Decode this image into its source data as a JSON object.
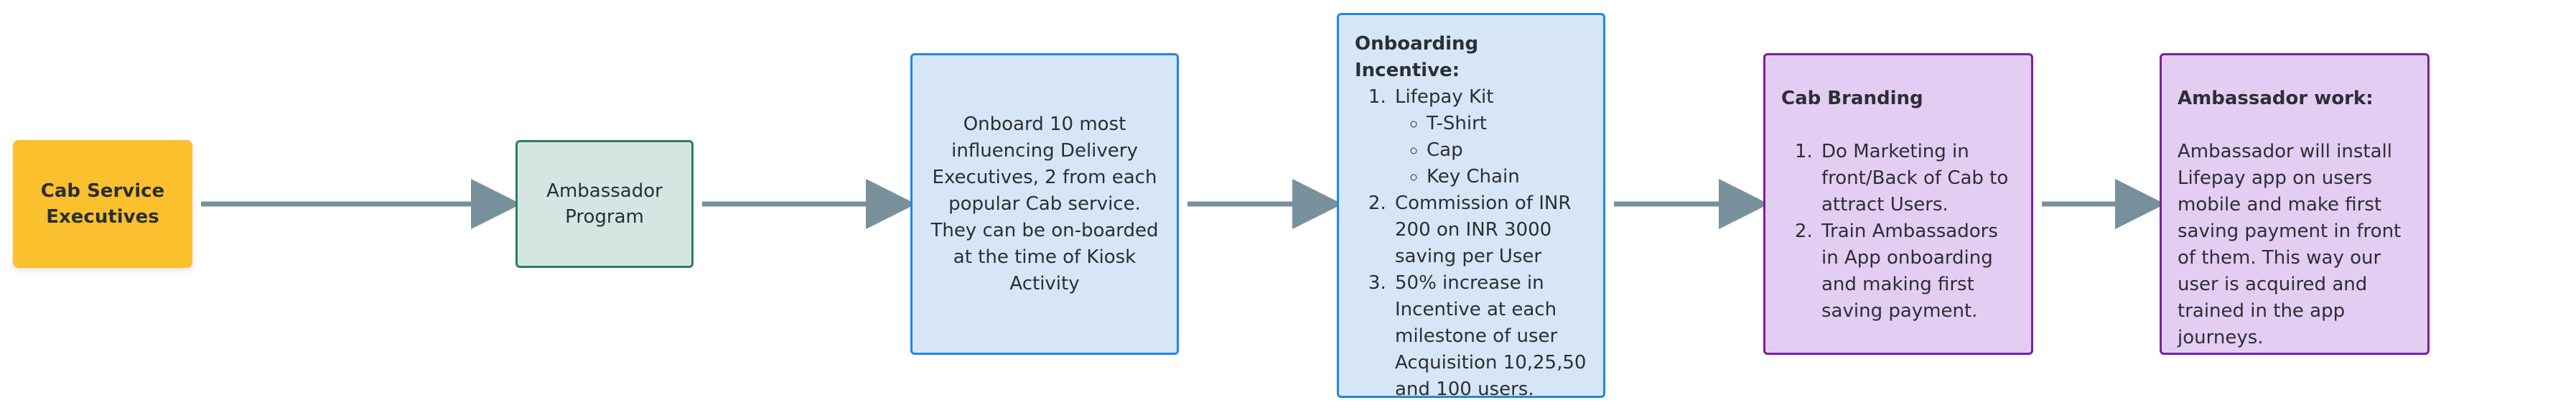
{
  "nodes": {
    "start": {
      "label": "Cab Service Executives",
      "color": "#fbc02d"
    },
    "program": {
      "label": "Ambassador Program",
      "color": "#d3e6e2",
      "border": "#2e7d5b"
    },
    "onboard": {
      "text": "Onboard 10 most influencing Delivery Executives, 2 from each popular Cab service. They can be on-boarded at the time of Kiosk Activity"
    },
    "incentive": {
      "title": "Onboarding Incentive:",
      "item1": "Lifepay Kit",
      "kit_items": [
        "T-Shirt",
        "Cap",
        "Key Chain"
      ],
      "item2": "Commission of INR 200 on INR 3000 saving per User",
      "item3": "50% increase in Incentive at each milestone of user Acquisition 10,25,50 and 100 users."
    },
    "branding": {
      "title": "Cab Branding",
      "items": [
        "Do Marketing in front/Back of Cab to attract Users.",
        "Train Ambassadors in App onboarding and making first saving payment."
      ]
    },
    "ambassador": {
      "title": "Ambassador work:",
      "text": "Ambassador will install Lifepay app on users mobile and make first saving payment in front of them. This way our user is acquired and trained in the app journeys."
    }
  },
  "colors": {
    "blue_fill": "#d6e6f6",
    "blue_border": "#1e88e5",
    "purple_fill": "#e4cdf3",
    "purple_border": "#7b1fa2",
    "edge": "#78909c"
  }
}
